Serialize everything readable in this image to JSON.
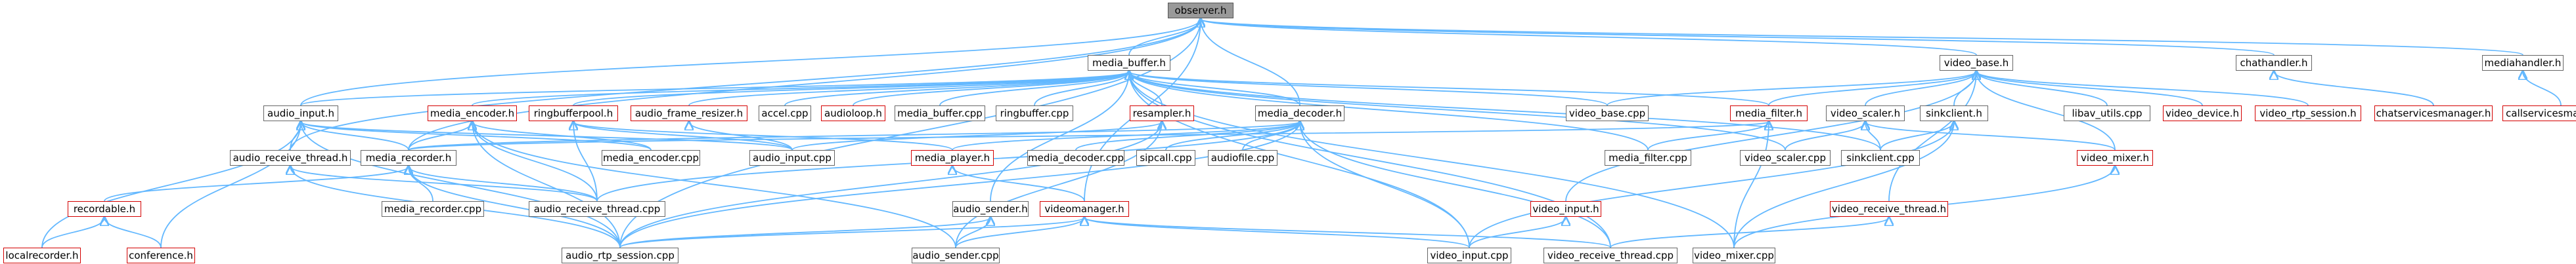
{
  "graph": {
    "edge_color": "#63b8ff",
    "nodes": [
      {
        "id": "observer_h",
        "label": "observer.h",
        "style": "root"
      },
      {
        "id": "media_buffer_h",
        "label": "media_buffer.h",
        "style": "normal"
      },
      {
        "id": "video_base_h",
        "label": "video_base.h",
        "style": "normal"
      },
      {
        "id": "chathandler_h",
        "label": "chathandler.h",
        "style": "normal"
      },
      {
        "id": "mediahandler_h",
        "label": "mediahandler.h",
        "style": "normal"
      },
      {
        "id": "audio_input_h",
        "label": "audio_input.h",
        "style": "normal"
      },
      {
        "id": "media_encoder_h",
        "label": "media_encoder.h",
        "style": "red"
      },
      {
        "id": "ringbufferpool_h",
        "label": "ringbufferpool.h",
        "style": "red"
      },
      {
        "id": "audio_frame_resizer_h",
        "label": "audio_frame_resizer.h",
        "style": "red"
      },
      {
        "id": "accel_cpp",
        "label": "accel.cpp",
        "style": "normal"
      },
      {
        "id": "audioloop_h",
        "label": "audioloop.h",
        "style": "red"
      },
      {
        "id": "media_buffer_cpp",
        "label": "media_buffer.cpp",
        "style": "normal"
      },
      {
        "id": "ringbuffer_cpp",
        "label": "ringbuffer.cpp",
        "style": "normal"
      },
      {
        "id": "resampler_h",
        "label": "resampler.h",
        "style": "red"
      },
      {
        "id": "media_decoder_h",
        "label": "media_decoder.h",
        "style": "normal"
      },
      {
        "id": "video_base_cpp",
        "label": "video_base.cpp",
        "style": "normal"
      },
      {
        "id": "media_filter_h",
        "label": "media_filter.h",
        "style": "red"
      },
      {
        "id": "video_scaler_h",
        "label": "video_scaler.h",
        "style": "normal"
      },
      {
        "id": "sinkclient_h",
        "label": "sinkclient.h",
        "style": "normal"
      },
      {
        "id": "libav_utils_cpp",
        "label": "libav_utils.cpp",
        "style": "normal"
      },
      {
        "id": "video_device_h",
        "label": "video_device.h",
        "style": "red"
      },
      {
        "id": "video_rtp_session_h",
        "label": "video_rtp_session.h",
        "style": "red"
      },
      {
        "id": "chatservicesmanager_h",
        "label": "chatservicesmanager.h",
        "style": "red"
      },
      {
        "id": "callservicesmanager_h",
        "label": "callservicesmanager.h",
        "style": "red"
      },
      {
        "id": "audio_receive_thread_h",
        "label": "audio_receive_thread.h",
        "style": "normal"
      },
      {
        "id": "media_recorder_h",
        "label": "media_recorder.h",
        "style": "normal"
      },
      {
        "id": "media_encoder_cpp",
        "label": "media_encoder.cpp",
        "style": "normal"
      },
      {
        "id": "audio_input_cpp",
        "label": "audio_input.cpp",
        "style": "normal"
      },
      {
        "id": "media_player_h",
        "label": "media_player.h",
        "style": "red"
      },
      {
        "id": "media_decoder_cpp",
        "label": "media_decoder.cpp",
        "style": "normal"
      },
      {
        "id": "sipcall_cpp",
        "label": "sipcall.cpp",
        "style": "normal"
      },
      {
        "id": "audiofile_cpp",
        "label": "audiofile.cpp",
        "style": "normal"
      },
      {
        "id": "media_filter_cpp",
        "label": "media_filter.cpp",
        "style": "normal"
      },
      {
        "id": "video_scaler_cpp",
        "label": "video_scaler.cpp",
        "style": "normal"
      },
      {
        "id": "sinkclient_cpp",
        "label": "sinkclient.cpp",
        "style": "normal"
      },
      {
        "id": "video_mixer_h",
        "label": "video_mixer.h",
        "style": "red"
      },
      {
        "id": "recordable_h",
        "label": "recordable.h",
        "style": "red"
      },
      {
        "id": "media_recorder_cpp",
        "label": "media_recorder.cpp",
        "style": "normal"
      },
      {
        "id": "audio_receive_thread_cpp",
        "label": "audio_receive_thread.cpp",
        "style": "normal"
      },
      {
        "id": "videomanager_h",
        "label": "videomanager.h",
        "style": "red"
      },
      {
        "id": "audio_sender_h",
        "label": "audio_sender.h",
        "style": "normal"
      },
      {
        "id": "video_input_h",
        "label": "video_input.h",
        "style": "red"
      },
      {
        "id": "video_receive_thread_h",
        "label": "video_receive_thread.h",
        "style": "red"
      },
      {
        "id": "localrecorder_h",
        "label": "localrecorder.h",
        "style": "red"
      },
      {
        "id": "conference_h",
        "label": "conference.h",
        "style": "red"
      },
      {
        "id": "audio_rtp_session_cpp",
        "label": "audio_rtp_session.cpp",
        "style": "normal"
      },
      {
        "id": "audio_sender_cpp",
        "label": "audio_sender.cpp",
        "style": "normal"
      },
      {
        "id": "video_input_cpp",
        "label": "video_input.cpp",
        "style": "normal"
      },
      {
        "id": "video_receive_thread_cpp",
        "label": "video_receive_thread.cpp",
        "style": "normal"
      },
      {
        "id": "video_mixer_cpp",
        "label": "video_mixer.cpp",
        "style": "normal"
      }
    ],
    "edges": [
      [
        "observer_h",
        "media_buffer_h"
      ],
      [
        "observer_h",
        "video_base_h"
      ],
      [
        "observer_h",
        "chathandler_h"
      ],
      [
        "observer_h",
        "mediahandler_h"
      ],
      [
        "observer_h",
        "audio_input_h"
      ],
      [
        "observer_h",
        "media_decoder_h"
      ],
      [
        "observer_h",
        "audio_receive_thread_h"
      ],
      [
        "observer_h",
        "media_recorder_h"
      ],
      [
        "observer_h",
        "audio_rtp_session_cpp"
      ],
      [
        "observer_h",
        "videomanager_h"
      ],
      [
        "media_buffer_h",
        "audio_input_h"
      ],
      [
        "media_buffer_h",
        "media_encoder_h"
      ],
      [
        "media_buffer_h",
        "ringbufferpool_h"
      ],
      [
        "media_buffer_h",
        "audio_frame_resizer_h"
      ],
      [
        "media_buffer_h",
        "accel_cpp"
      ],
      [
        "media_buffer_h",
        "audioloop_h"
      ],
      [
        "media_buffer_h",
        "media_buffer_cpp"
      ],
      [
        "media_buffer_h",
        "ringbuffer_cpp"
      ],
      [
        "media_buffer_h",
        "resampler_h"
      ],
      [
        "media_buffer_h",
        "media_decoder_h"
      ],
      [
        "media_buffer_h",
        "video_base_cpp"
      ],
      [
        "media_buffer_h",
        "media_filter_h"
      ],
      [
        "media_buffer_h",
        "media_filter_cpp"
      ],
      [
        "media_buffer_h",
        "sinkclient_cpp"
      ],
      [
        "media_buffer_h",
        "video_scaler_cpp"
      ],
      [
        "media_buffer_h",
        "video_input_cpp"
      ],
      [
        "media_buffer_h",
        "video_mixer_cpp"
      ],
      [
        "media_buffer_h",
        "video_receive_thread_cpp"
      ],
      [
        "media_buffer_h",
        "audio_sender_h"
      ],
      [
        "video_base_h",
        "video_base_cpp"
      ],
      [
        "video_base_h",
        "media_filter_h"
      ],
      [
        "video_base_h",
        "video_scaler_h"
      ],
      [
        "video_base_h",
        "sinkclient_h"
      ],
      [
        "video_base_h",
        "libav_utils_cpp"
      ],
      [
        "video_base_h",
        "video_device_h"
      ],
      [
        "video_base_h",
        "video_rtp_session_h"
      ],
      [
        "video_base_h",
        "video_mixer_h"
      ],
      [
        "video_base_h",
        "video_input_h"
      ],
      [
        "video_base_h",
        "video_receive_thread_h"
      ],
      [
        "chathandler_h",
        "chatservicesmanager_h"
      ],
      [
        "mediahandler_h",
        "callservicesmanager_h"
      ],
      [
        "audio_input_h",
        "audio_receive_thread_h"
      ],
      [
        "audio_input_h",
        "media_recorder_h"
      ],
      [
        "audio_input_h",
        "media_encoder_cpp"
      ],
      [
        "audio_input_h",
        "audio_input_cpp"
      ],
      [
        "audio_input_h",
        "localrecorder_h"
      ],
      [
        "audio_input_h",
        "conference_h"
      ],
      [
        "audio_input_h",
        "audio_rtp_session_cpp"
      ],
      [
        "media_encoder_h",
        "media_recorder_h"
      ],
      [
        "media_encoder_h",
        "media_encoder_cpp"
      ],
      [
        "media_encoder_h",
        "audio_receive_thread_cpp"
      ],
      [
        "media_encoder_h",
        "audio_rtp_session_cpp"
      ],
      [
        "media_encoder_h",
        "audio_sender_cpp"
      ],
      [
        "ringbufferpool_h",
        "audio_input_cpp"
      ],
      [
        "ringbufferpool_h",
        "audio_receive_thread_cpp"
      ],
      [
        "ringbufferpool_h",
        "media_player_h"
      ],
      [
        "audio_frame_resizer_h",
        "audio_input_cpp"
      ],
      [
        "resampler_h",
        "audio_input_cpp"
      ],
      [
        "resampler_h",
        "audio_rtp_session_cpp"
      ],
      [
        "resampler_h",
        "audio_sender_cpp"
      ],
      [
        "media_decoder_h",
        "media_recorder_h"
      ],
      [
        "media_decoder_h",
        "media_player_h"
      ],
      [
        "media_decoder_h",
        "media_decoder_cpp"
      ],
      [
        "media_decoder_h",
        "sipcall_cpp"
      ],
      [
        "media_decoder_h",
        "audiofile_cpp"
      ],
      [
        "media_decoder_h",
        "audio_receive_thread_cpp"
      ],
      [
        "media_decoder_h",
        "video_input_cpp"
      ],
      [
        "media_decoder_h",
        "video_receive_thread_cpp"
      ],
      [
        "media_decoder_h",
        "audio_rtp_session_cpp"
      ],
      [
        "media_filter_h",
        "media_filter_cpp"
      ],
      [
        "media_filter_h",
        "media_recorder_h"
      ],
      [
        "media_filter_h",
        "video_mixer_cpp"
      ],
      [
        "video_scaler_h",
        "video_scaler_cpp"
      ],
      [
        "video_scaler_h",
        "sinkclient_cpp"
      ],
      [
        "video_scaler_h",
        "video_mixer_h"
      ],
      [
        "sinkclient_h",
        "sinkclient_cpp"
      ],
      [
        "sinkclient_h",
        "video_input_cpp"
      ],
      [
        "sinkclient_h",
        "video_mixer_cpp"
      ],
      [
        "audio_receive_thread_h",
        "audio_receive_thread_cpp"
      ],
      [
        "audio_receive_thread_h",
        "audio_rtp_session_cpp"
      ],
      [
        "media_recorder_h",
        "recordable_h"
      ],
      [
        "media_recorder_h",
        "media_recorder_cpp"
      ],
      [
        "media_recorder_h",
        "audio_receive_thread_cpp"
      ],
      [
        "media_recorder_h",
        "audio_rtp_session_cpp"
      ],
      [
        "media_player_h",
        "videomanager_h"
      ],
      [
        "recordable_h",
        "localrecorder_h"
      ],
      [
        "recordable_h",
        "conference_h"
      ],
      [
        "videomanager_h",
        "audio_rtp_session_cpp"
      ],
      [
        "videomanager_h",
        "audio_sender_cpp"
      ],
      [
        "videomanager_h",
        "video_input_cpp"
      ],
      [
        "videomanager_h",
        "video_receive_thread_cpp"
      ],
      [
        "audio_sender_h",
        "audio_sender_cpp"
      ],
      [
        "audio_sender_h",
        "audio_rtp_session_cpp"
      ],
      [
        "video_input_h",
        "video_input_cpp"
      ],
      [
        "video_receive_thread_h",
        "video_receive_thread_cpp"
      ],
      [
        "video_mixer_h",
        "video_mixer_cpp"
      ]
    ]
  }
}
